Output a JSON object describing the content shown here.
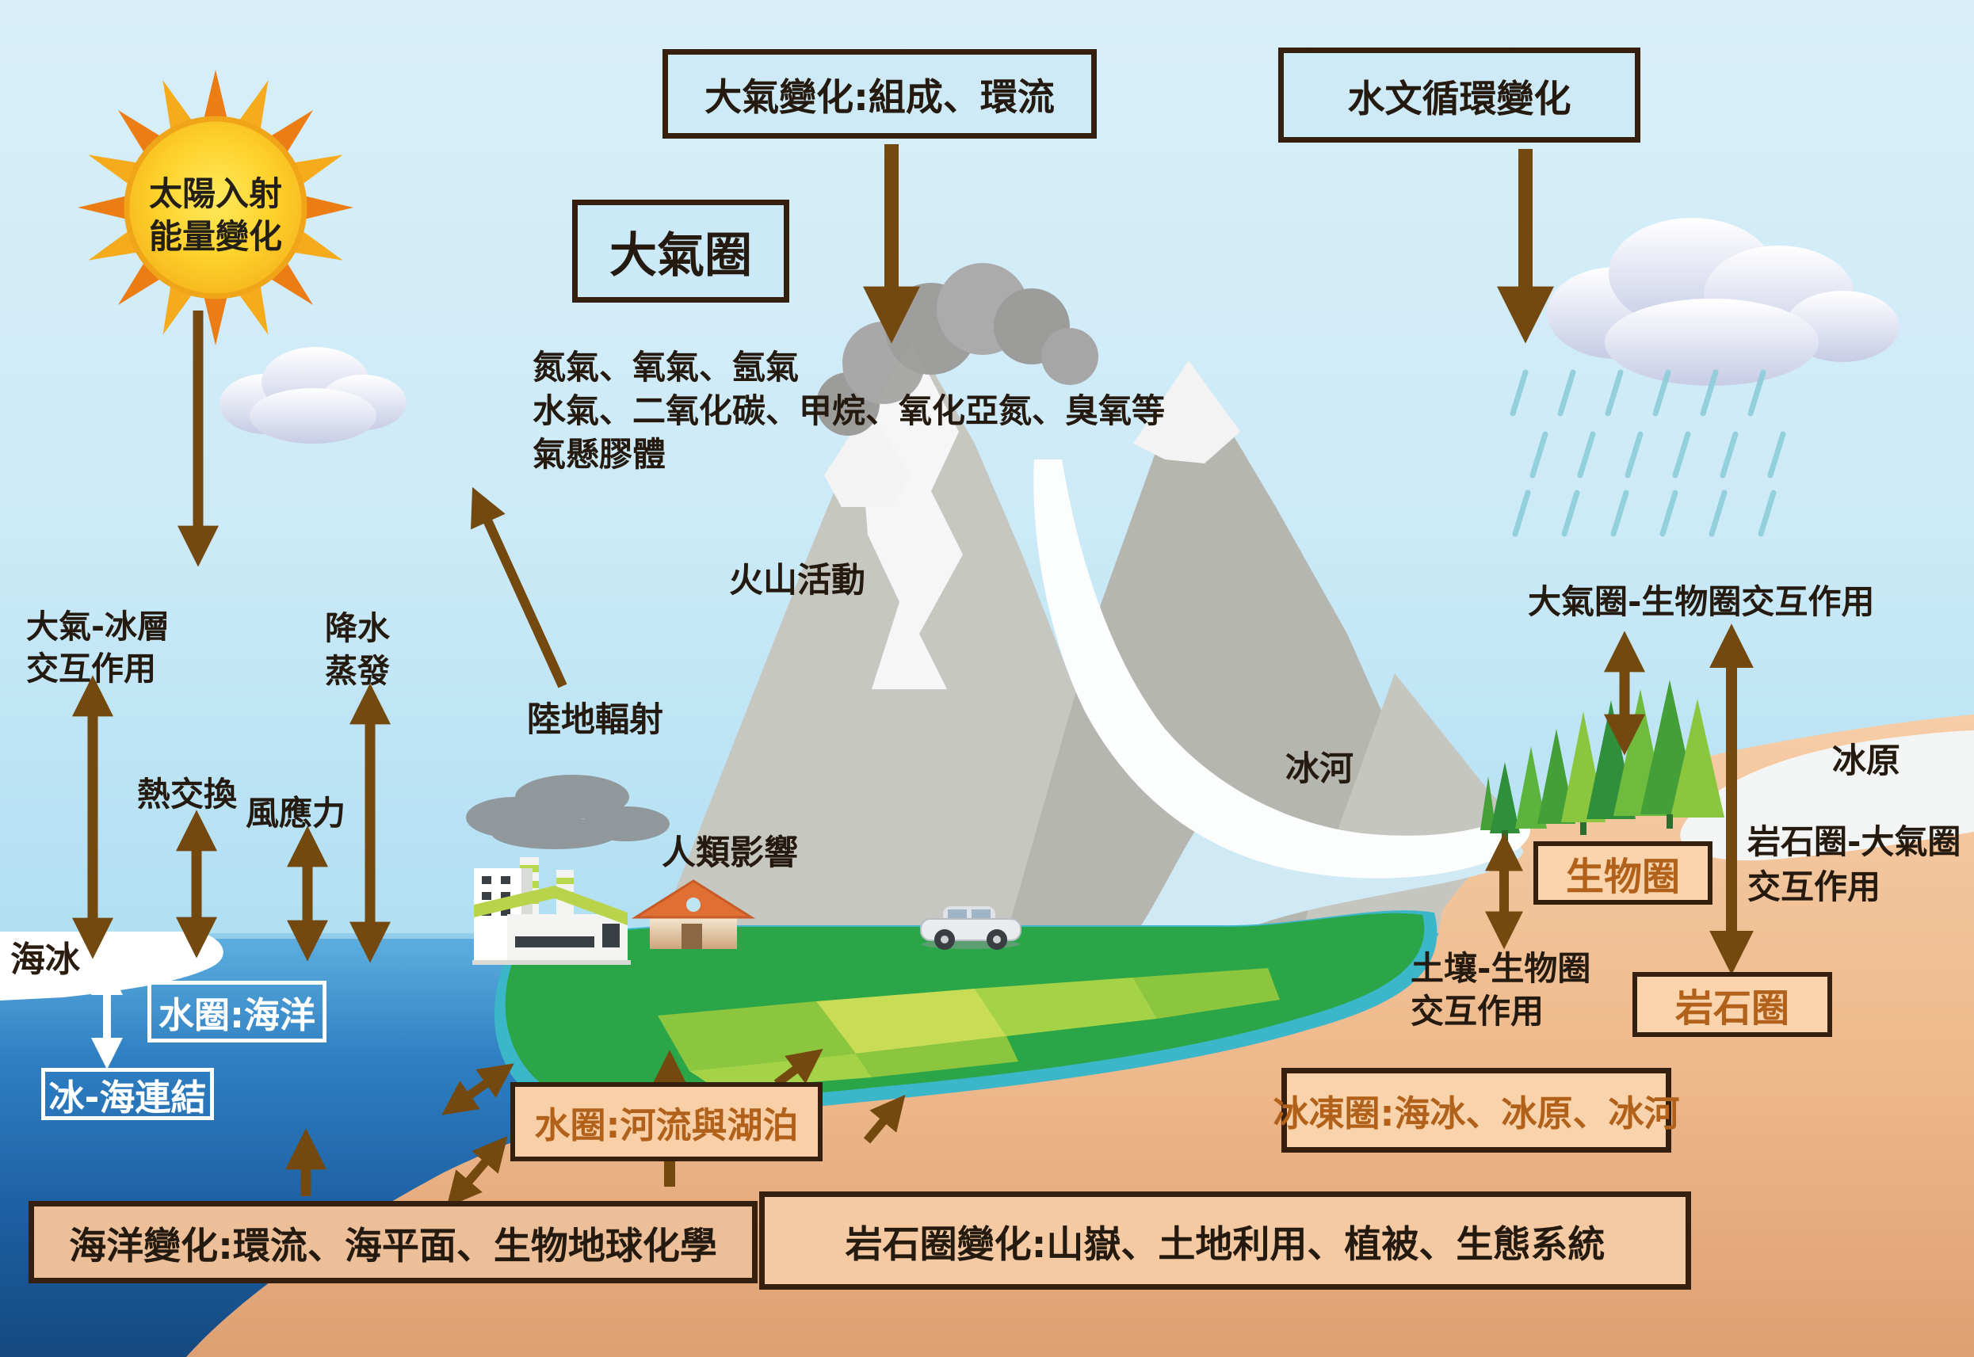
{
  "colors": {
    "arrow_brown": "#74490f",
    "box_border_dark": "#35200f",
    "accent_orange": "#b2611a",
    "text_dark": "#241a10",
    "sky": "#cdeaf7",
    "ocean_deep": "#15497f",
    "sand": "#f4c8a2"
  },
  "sun": {
    "line1": "太陽入射",
    "line2": "能量變化"
  },
  "top_boxes": {
    "atmo_change": "大氣變化:組成、環流",
    "hydro_cycle": "水文循環變化",
    "atmosphere": "大氣圈"
  },
  "atmosphere_gases": {
    "line1": "氮氣、氧氣、氬氣",
    "line2": "水氣、二氧化碳、甲烷、氧化亞氮、臭氧等",
    "line3": "氣懸膠體"
  },
  "labels": {
    "volcano": "火山活動",
    "atmo_ice_line1": "大氣-冰層",
    "atmo_ice_line2": "交互作用",
    "precip": "降水",
    "evap": "蒸發",
    "heat_exchange": "熱交換",
    "wind_stress": "風應力",
    "land_radiation": "陸地輻射",
    "human_influence": "人類影響",
    "sea_ice": "海冰",
    "glacier": "冰河",
    "ice_sheet": "冰原",
    "atmo_bio": "大氣圈-生物圈交互作用",
    "litho_atmo_line1": "岩石圈-大氣圈",
    "litho_atmo_line2": "交互作用",
    "soil_bio_line1": "土壤-生物圈",
    "soil_bio_line2": "交互作用"
  },
  "sphere_boxes": {
    "hydro_ocean": "水圈:海洋",
    "ice_sea_link": "冰-海連結",
    "hydro_rivers": "水圈:河流與湖泊",
    "biosphere": "生物圈",
    "lithosphere": "岩石圈",
    "cryosphere": "冰凍圈:海冰、冰原、冰河"
  },
  "bottom_boxes": {
    "ocean_change": "海洋變化:環流、海平面、生物地球化學",
    "litho_change": "岩石圈變化:山嶽、土地利用、植被、生態系統"
  }
}
